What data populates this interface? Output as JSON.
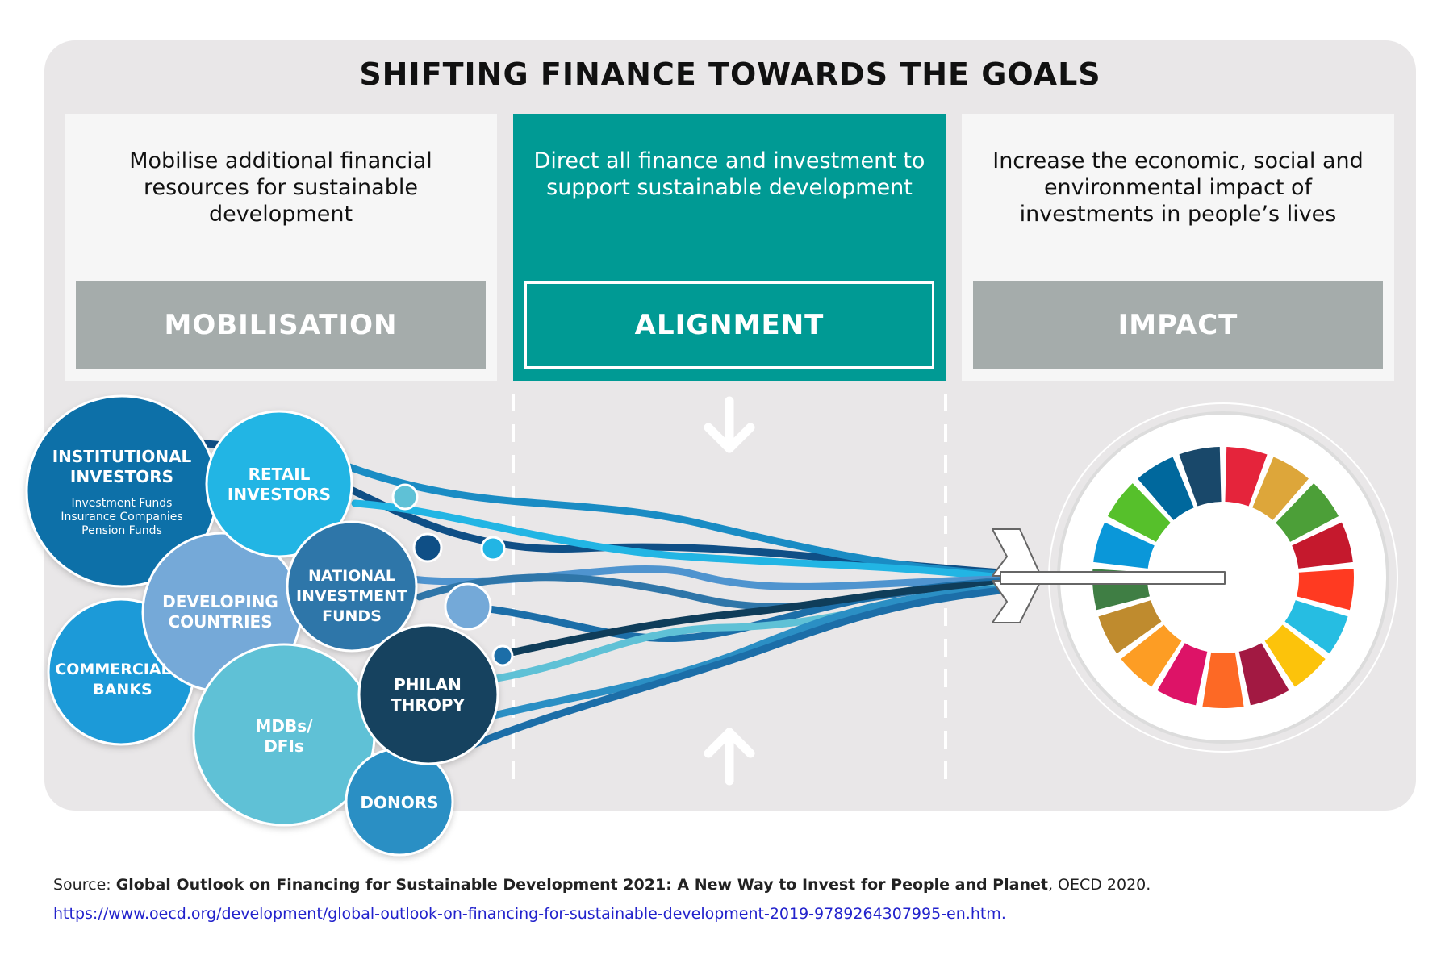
{
  "title": "SHIFTING FINANCE TOWARDS THE GOALS",
  "columns": [
    {
      "description": "Mobilise additional financial resources for sustainable development",
      "label": "MOBILISATION"
    },
    {
      "description": "Direct all finance and investment to support sustainable development",
      "label": "ALIGNMENT"
    },
    {
      "description": "Increase the economic, social and environmental impact of investments in people’s lives",
      "label": "IMPACT"
    }
  ],
  "sources": {
    "institutional": {
      "line1": "INSTITUTIONAL",
      "line2": "INVESTORS",
      "sub1": "Investment Funds",
      "sub2": "Insurance Companies",
      "sub3": "Pension Funds"
    },
    "retail": {
      "line1": "RETAIL",
      "line2": "INVESTORS"
    },
    "developing": {
      "line1": "DEVELOPING",
      "line2": "COUNTRIES"
    },
    "national": {
      "line1": "NATIONAL",
      "line2": "INVESTMENT",
      "line3": "FUNDS"
    },
    "commercial": {
      "line1": "COMMERCIAL",
      "line2": "BANKS"
    },
    "mdbs": {
      "line1": "MDBs/",
      "line2": "DFIs"
    },
    "philanthropy": {
      "line1": "PHILAN",
      "line2": "THROPY"
    },
    "donors": {
      "line1": "DONORS"
    }
  },
  "colors": {
    "teal": "#009a94",
    "panel": "#e9e7e8",
    "label_grey": "#a5acab",
    "sdg_wheel": [
      "#e5243b",
      "#dda63a",
      "#4c9f38",
      "#c5192d",
      "#ff3a21",
      "#26bde2",
      "#fcc30b",
      "#a21942",
      "#fd6925",
      "#dd1367",
      "#fd9d24",
      "#bf8b2e",
      "#3f7e44",
      "#0a97d9",
      "#56c02b",
      "#00689d",
      "#19486a"
    ]
  },
  "footer": {
    "source_label": "Source: ",
    "source_title": "Global Outlook on Financing for Sustainable Development 2021: A New Way to Invest for People and Planet",
    "source_org": ", OECD 2020.",
    "url": "https://www.oecd.org/development/global-outlook-on-financing-for-sustainable-development-2019-9789264307995-en.htm."
  }
}
